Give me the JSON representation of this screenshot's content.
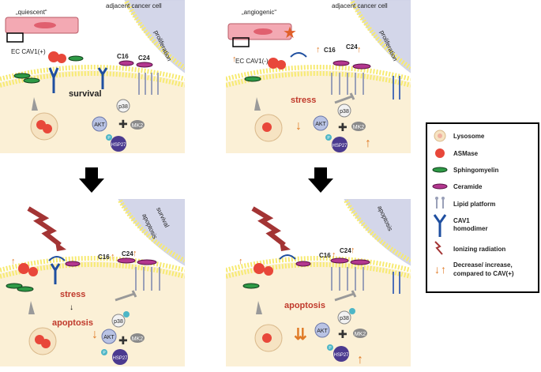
{
  "panels": [
    {
      "ec_label": "„quiescent“",
      "ec_status": "EC CAV1(+)",
      "adjacent": "adjacent cancer cell",
      "side_label": "proliferation",
      "state": "survival",
      "c16": "C16",
      "c24": "C24",
      "p38": "p38",
      "akt": "AKT",
      "mk2": "MK2",
      "hsp27": "HSP27",
      "p": "P"
    },
    {
      "ec_label": "„angiogenic“",
      "ec_status": "EC CAV1(-)",
      "adjacent": "adjacent cancer cell",
      "side_label": "proliferation",
      "state": "stress",
      "c16": "C16",
      "c24": "C24",
      "p38": "p38",
      "akt": "AKT",
      "mk2": "MK2",
      "hsp27": "HSP27",
      "p": "P"
    },
    {
      "side_label": "apoptosis",
      "side_label2": "survival",
      "state": "stress",
      "state2": "apoptosis",
      "c16": "C16",
      "c24": "C24",
      "p38": "p38",
      "akt": "AKT",
      "mk2": "MK2",
      "hsp27": "HSP27",
      "p": "P"
    },
    {
      "side_label": "apoptosis",
      "state": "apoptosis",
      "c16": "C16",
      "c24": "C24",
      "p38": "p38",
      "akt": "AKT",
      "mk2": "MK2",
      "hsp27": "HSP27",
      "p": "P"
    }
  ],
  "legend": {
    "items": [
      {
        "label": "Lysosome",
        "icon": "lysosome-icon"
      },
      {
        "label": "ASMase",
        "icon": "asmase-icon"
      },
      {
        "label": "Sphingomyelin",
        "icon": "sphingomyelin-icon"
      },
      {
        "label": "Ceramide",
        "icon": "ceramide-icon"
      },
      {
        "label": "Lipid platform",
        "icon": "lipid-platform-icon"
      },
      {
        "label": "CAV1",
        "label2": "homodimer",
        "icon": "cav1-homodimer-icon"
      },
      {
        "label": "Ionizing radiation",
        "icon": "ionizing-radiation-icon"
      },
      {
        "label": "Decrease/ increase,",
        "label2": "compared to CAV(+)",
        "icon": "decrease-increase-arrows-icon"
      }
    ]
  },
  "colors": {
    "cell": "#fbf0d6",
    "adjacent": "#d3d6e9",
    "bead": "#f7ea72",
    "red": "#c0392b",
    "arrow": "#e07a26",
    "green": "#2e9a46",
    "pink": "#b3378f",
    "asmase": "#e8473a",
    "lavender": "#b9c3e4",
    "purple": "#4b3a8f"
  }
}
